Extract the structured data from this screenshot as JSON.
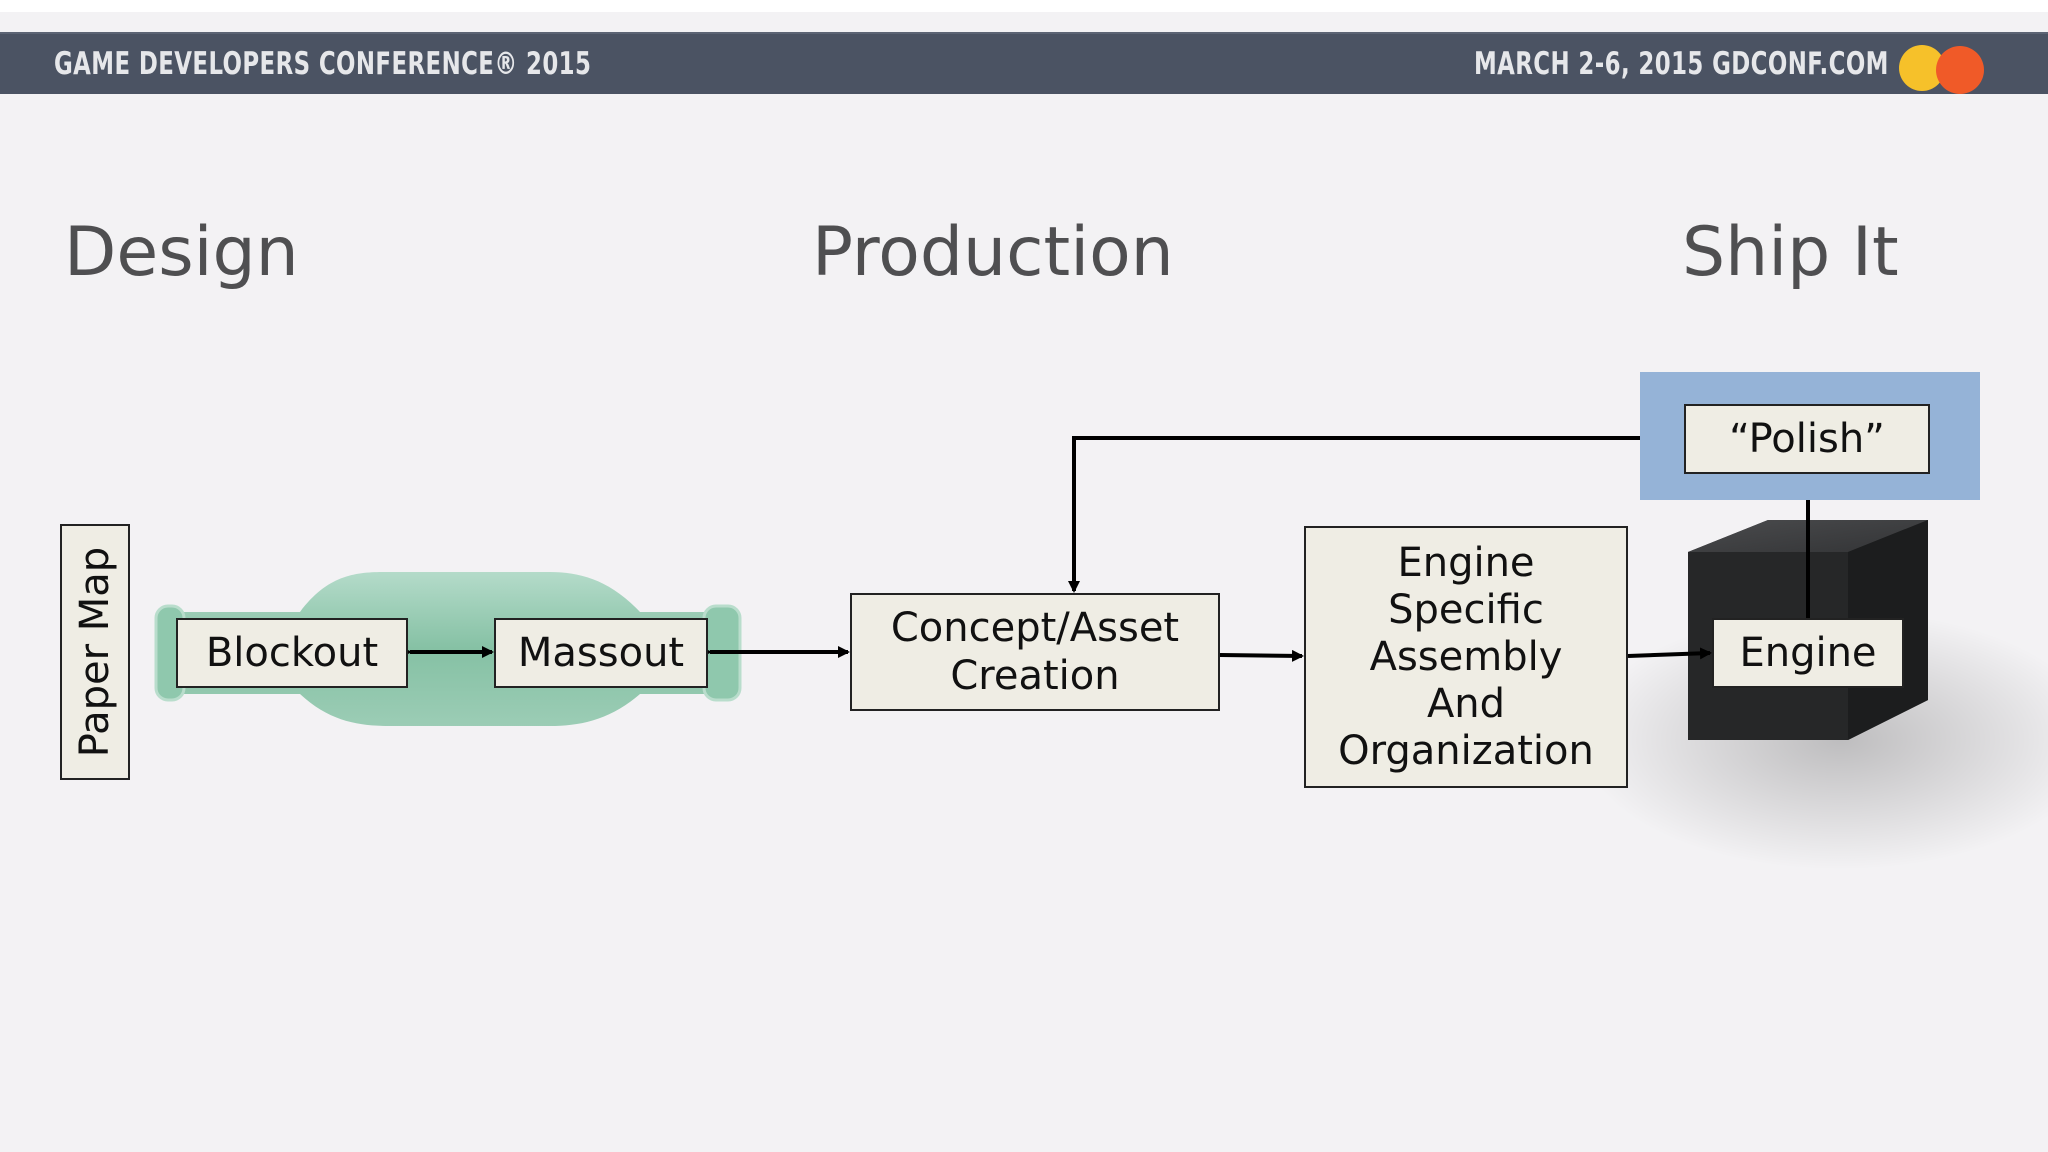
{
  "header": {
    "left_text": "GAME DEVELOPERS CONFERENCE® 2015",
    "right_text": "MARCH 2-6, 2015  GDCONF.COM",
    "logo": "gdc-dots-logo",
    "colors": {
      "bar": "#4b5363",
      "dot_yellow": "#f6c12a",
      "dot_orange": "#f05a28"
    }
  },
  "phases": {
    "design": "Design",
    "production": "Production",
    "ship": "Ship It"
  },
  "boxes": {
    "paper_map": "Paper Map",
    "blockout": "Blockout",
    "massout": "Massout",
    "concept_line1": "Concept/Asset",
    "concept_line2": "Creation",
    "assembly_line1": "Engine",
    "assembly_line2": "Specific",
    "assembly_line3": "Assembly",
    "assembly_line4": "And",
    "assembly_line5": "Organization",
    "engine": "Engine",
    "polish": "“Polish”"
  },
  "colors": {
    "background": "#f3f2f4",
    "box_fill": "#efede4",
    "polish_highlight": "#95b3d7",
    "capsule": "#7dbfa0",
    "cube": "#2a2b2c"
  }
}
